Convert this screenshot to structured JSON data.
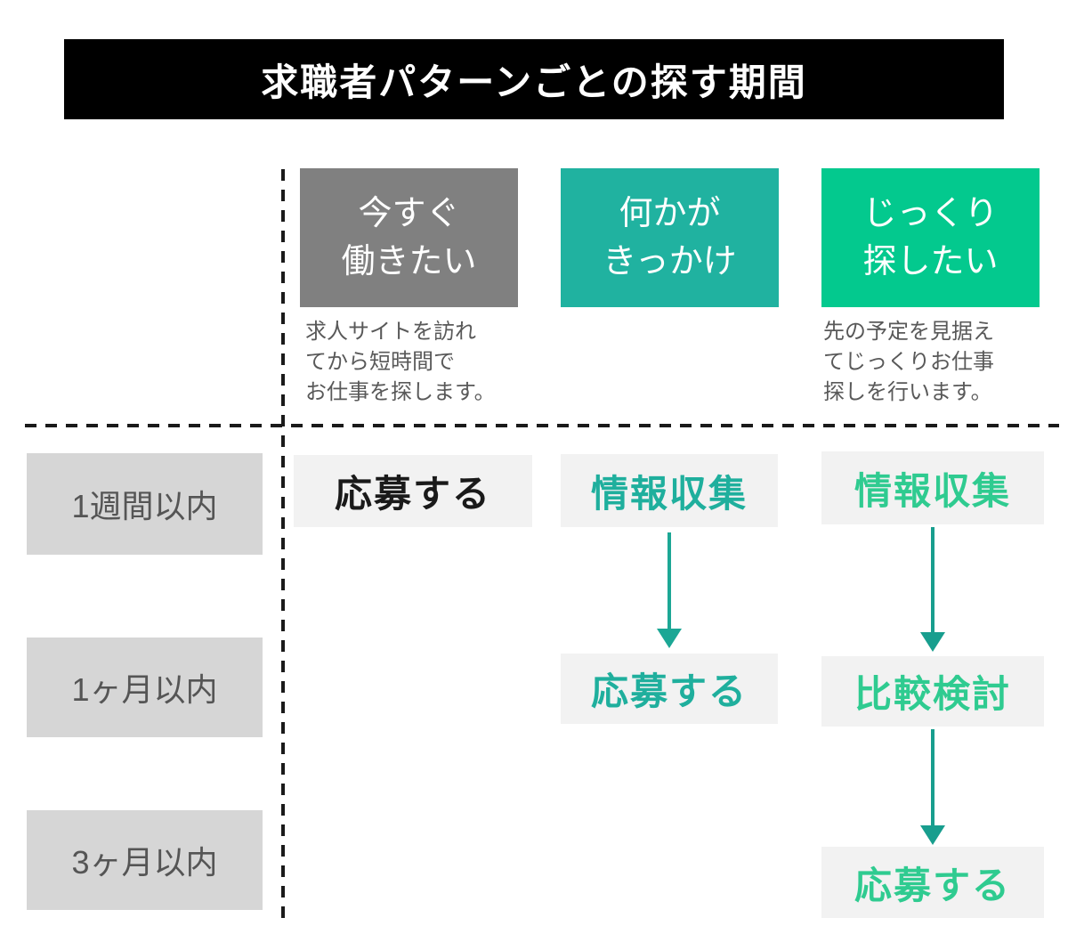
{
  "title": "求職者パターンごとの探す期間",
  "colors": {
    "banner_bg": "#000000",
    "banner_text": "#FFFFFF",
    "cell_bg": "#F2F2F2",
    "row_label_bg": "#D6D6D6",
    "row_label_text": "#555555",
    "description_text": "#595959",
    "dash_line": "#1A1A1A"
  },
  "rows": [
    {
      "label": "1週間以内"
    },
    {
      "label": "1ヶ月以内"
    },
    {
      "label": "3ヶ月以内"
    }
  ],
  "columns": [
    {
      "header_lines": [
        "今すぐ",
        "働きたい"
      ],
      "header_bg": "#808080",
      "header_text": "#FFFFFF",
      "description_lines": [
        "求人サイトを訪れ",
        "てから短時間で",
        "お仕事を探します。"
      ],
      "accent": "#1A1A1A",
      "steps": [
        {
          "label": "応募する",
          "row": 0
        }
      ]
    },
    {
      "header_lines": [
        "何かが",
        "きっかけ"
      ],
      "header_bg": "#20B2A0",
      "header_text": "#FFFFFF",
      "description_lines": [],
      "accent": "#1FAF9D",
      "arrow_color": "#1CA795",
      "steps": [
        {
          "label": "情報収集",
          "row": 0
        },
        {
          "label": "応募する",
          "row": 1
        }
      ]
    },
    {
      "header_lines": [
        "じっくり",
        "探したい"
      ],
      "header_bg": "#03C98E",
      "header_text": "#FFFFFF",
      "description_lines": [
        "先の予定を見据え",
        "てじっくりお仕事",
        "探しを行います。"
      ],
      "accent": "#2FCB90",
      "arrow_color": "#189E8E",
      "steps": [
        {
          "label": "情報収集",
          "row": 0
        },
        {
          "label": "比較検討",
          "row": 1
        },
        {
          "label": "応募する",
          "row": 2
        }
      ]
    }
  ]
}
